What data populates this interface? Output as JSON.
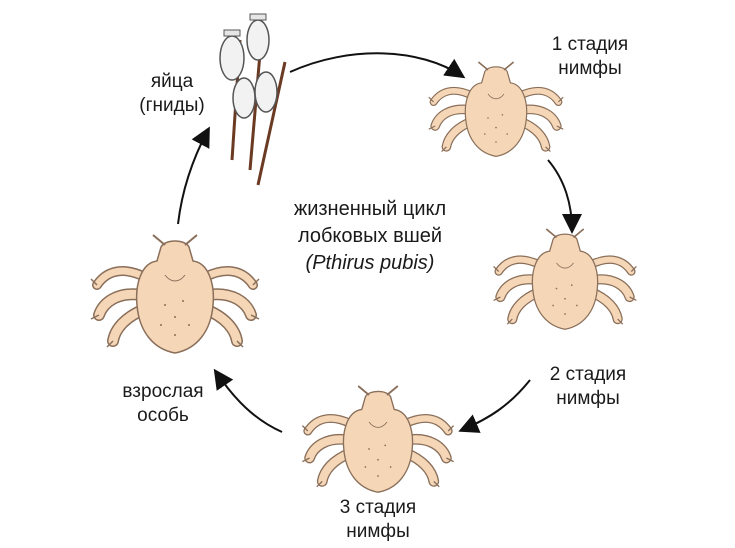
{
  "diagram": {
    "center": {
      "line1": "жизненный цикл",
      "line2": "лобковых вшей",
      "latin": "(Pthirus pubis)"
    },
    "stages": [
      {
        "id": "eggs",
        "line1": "яйца",
        "line2": "(гниды)"
      },
      {
        "id": "nymph1",
        "line1": "1 стадия",
        "line2": "нимфы"
      },
      {
        "id": "nymph2",
        "line1": "2 стадия",
        "line2": "нимфы"
      },
      {
        "id": "nymph3",
        "line1": "3 стадия",
        "line2": "нимфы"
      },
      {
        "id": "adult",
        "line1": "взрослая",
        "line2": "особь"
      }
    ],
    "colors": {
      "body": "#f5d7b8",
      "outline": "#8a6f5a",
      "arrow": "#111111",
      "hair": "#6b3a22"
    }
  }
}
